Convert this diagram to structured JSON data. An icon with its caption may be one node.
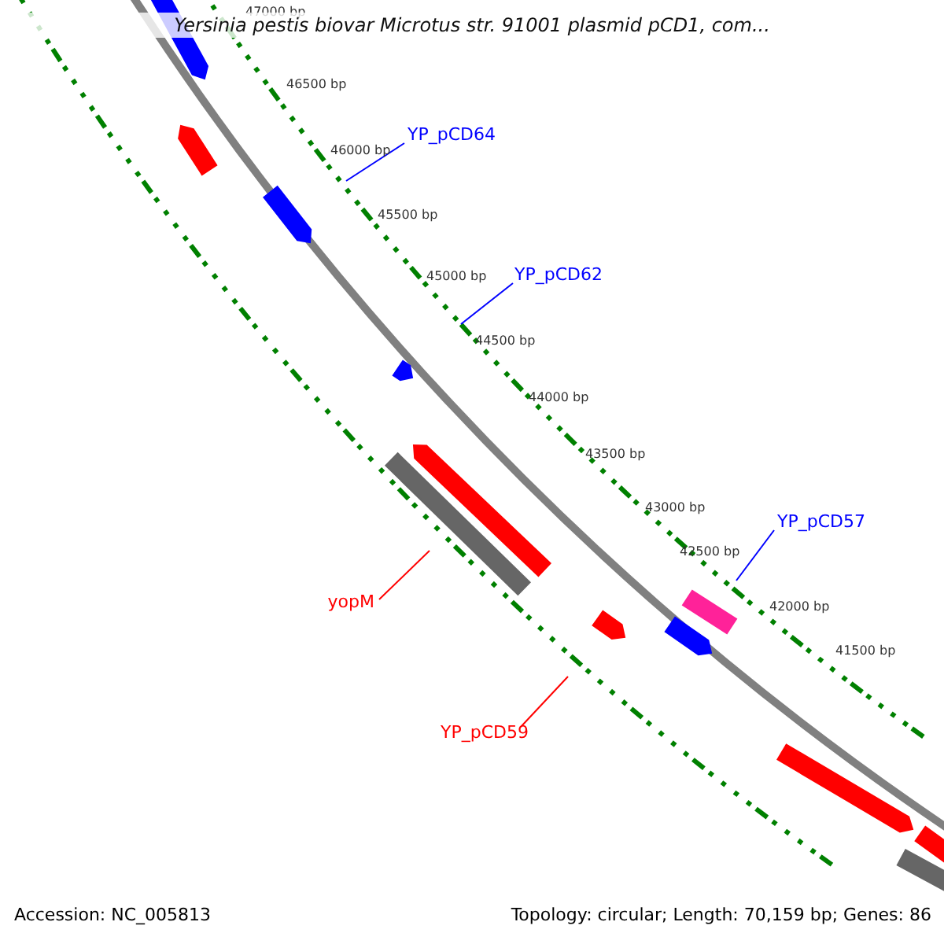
{
  "diagram": {
    "title": "Yersinia pestis biovar Microtus str. 91001 plasmid pCD1, com...",
    "nodes": [
      {
        "text": [
          "YP_pCD64"
        ]
      },
      {
        "text": [
          "YP_pCD62"
        ]
      },
      {
        "text": [
          "YP_pCD57"
        ]
      },
      {
        "text": [
          "yopM"
        ]
      },
      {
        "text": [
          "YP_pCD59"
        ]
      }
    ],
    "edges": [
      {
        "from": 0,
        "to": null,
        "arrow": "none"
      },
      {
        "from": 1,
        "to": null,
        "arrow": "none"
      },
      {
        "from": 2,
        "to": null,
        "arrow": "none"
      },
      {
        "from": 3,
        "to": null,
        "arrow": "none",
        "color": "#ff0000"
      },
      {
        "from": 4,
        "to": null,
        "arrow": "none",
        "color": "#ff0000"
      }
    ],
    "labels": [
      "47000 bp",
      "46500 bp",
      "46000 bp",
      "45500 bp",
      "45000 bp",
      "44500 bp",
      "44000 bp",
      "43500 bp",
      "43000 bp",
      "42500 bp",
      "42000 bp",
      "41500 bp",
      "Accession: NC_005813",
      "Topology: circular; Length: 70,159 bp; Genes: 86"
    ]
  }
}
